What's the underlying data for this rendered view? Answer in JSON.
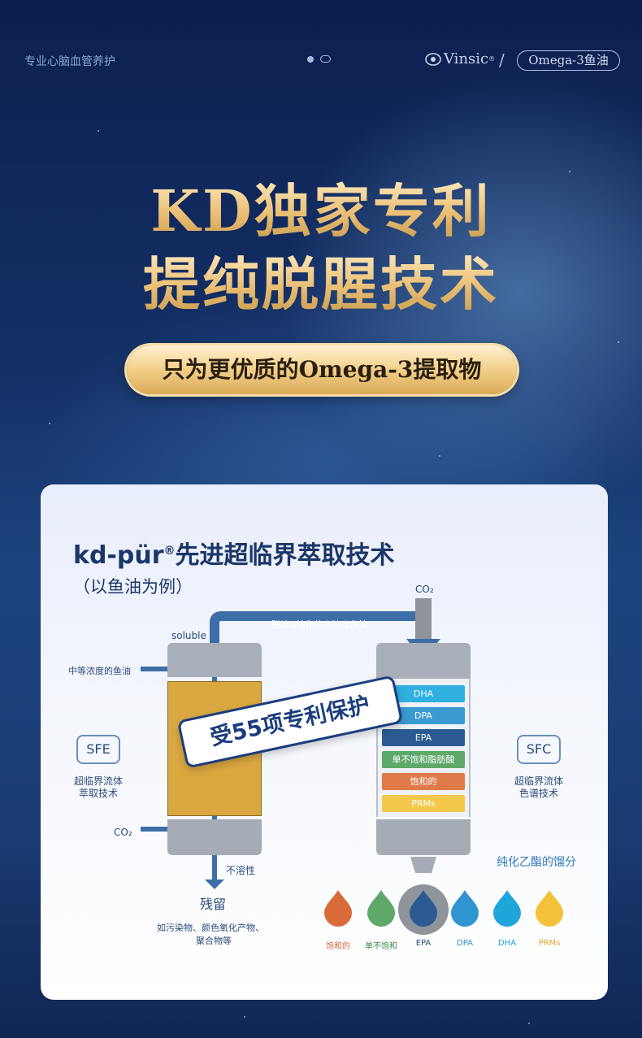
{
  "header": {
    "tagline": "专业心脑血管养护",
    "brand": "Vinsic",
    "brand_mark": "®",
    "separator": "/",
    "product": "Omega-3鱼油"
  },
  "hero": {
    "title_line1": "KD独家专利",
    "title_line2": "提纯脱腥技术",
    "subtitle": "只为更优质的Omega-3提取物"
  },
  "card": {
    "title_prefix": "kd-pür",
    "title_mark": "®",
    "title_suffix": "先进超临界萃取技术",
    "subtitle": "（以鱼油为例）",
    "stamp": "受55项专利保护",
    "labels": {
      "co2_top": "CO₂",
      "soluble": "soluble",
      "pipe": "脱味&纯化的高浓度鱼油",
      "input": "中等浓度的鱼油",
      "co2_left": "CO₂",
      "insoluble": "不溶性",
      "residue": "残留",
      "residue_desc1": "如污染物、颜色氧化产物、",
      "residue_desc2": "聚合物等",
      "fraction": "纯化乙酯的馏分"
    },
    "sfe": {
      "code": "SFE",
      "desc1": "超临界流体",
      "desc2": "萃取技术"
    },
    "sfc": {
      "code": "SFC",
      "desc1": "超临界流体",
      "desc2": "色谱技术"
    },
    "layers": [
      {
        "label": "DHA",
        "color": "#2fb0e0"
      },
      {
        "label": "DPA",
        "color": "#3a9bd2"
      },
      {
        "label": "EPA",
        "color": "#2b5b92"
      },
      {
        "label": "单不饱和脂肪酸",
        "color": "#5ea86a"
      },
      {
        "label": "饱和的",
        "color": "#e07a48"
      },
      {
        "label": "PRMs",
        "color": "#f4c84a"
      }
    ],
    "drops": [
      {
        "label": "饱和的",
        "color": "#d96a3a"
      },
      {
        "label": "单不饱和",
        "color": "#5ea86a"
      },
      {
        "label": "EPA",
        "color": "#2b5b92"
      },
      {
        "label": "DPA",
        "color": "#2f95d0"
      },
      {
        "label": "DHA",
        "color": "#1ea6db"
      },
      {
        "label": "PRMs",
        "color": "#f4c23a"
      }
    ]
  }
}
